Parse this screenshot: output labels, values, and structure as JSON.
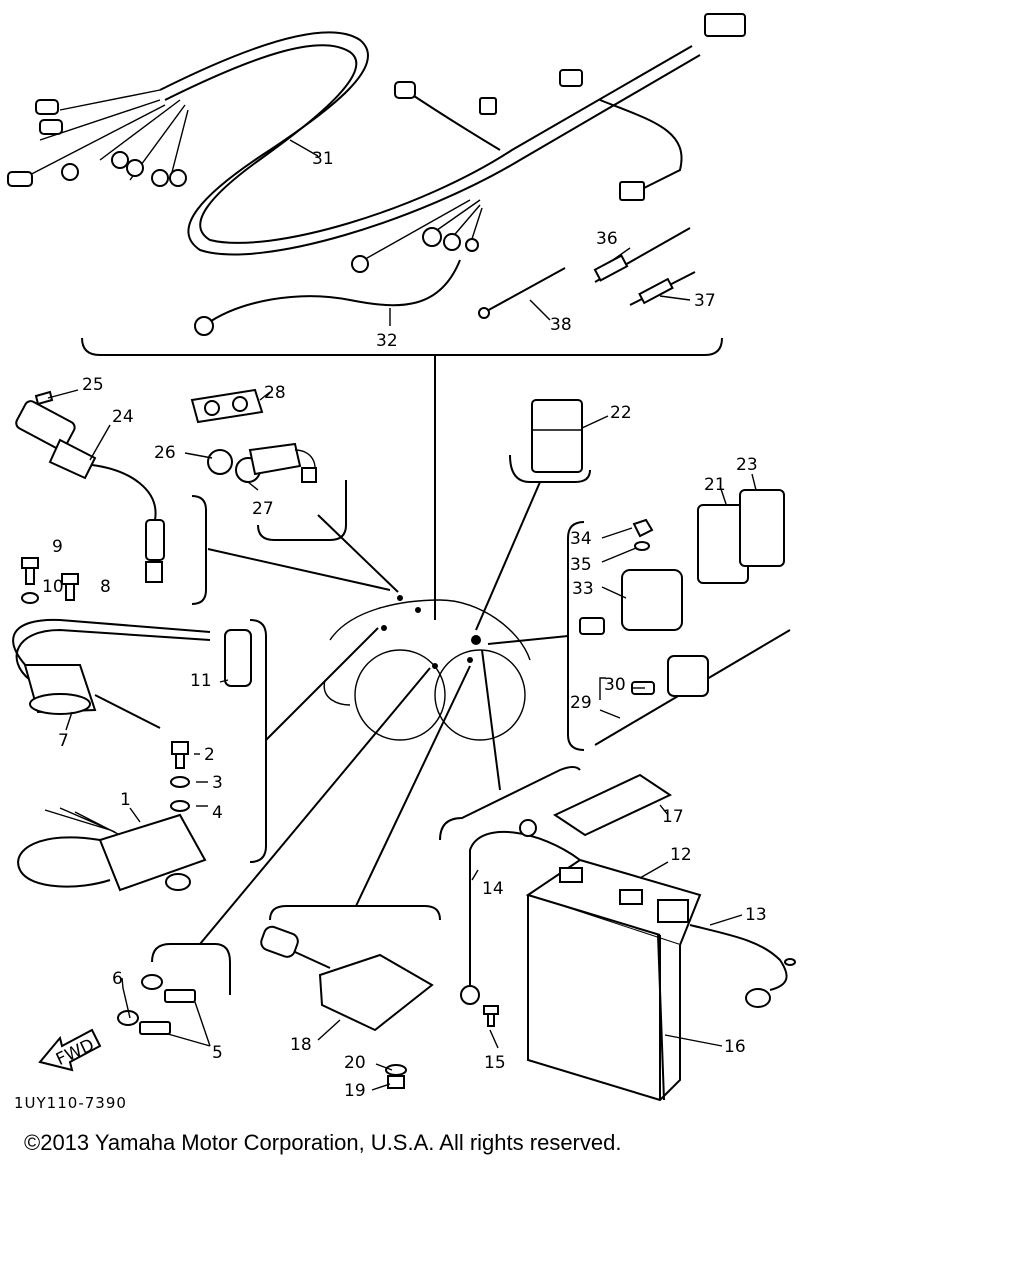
{
  "callouts": {
    "c1": "1",
    "c2": "2",
    "c3": "3",
    "c4": "4",
    "c5": "5",
    "c6": "6",
    "c7": "7",
    "c8": "8",
    "c9": "9",
    "c10": "10",
    "c11": "11",
    "c12": "12",
    "c13": "13",
    "c14": "14",
    "c15": "15",
    "c16": "16",
    "c17": "17",
    "c18": "18",
    "c19": "19",
    "c20": "20",
    "c21": "21",
    "c22": "22",
    "c23": "23",
    "c24": "24",
    "c25": "25",
    "c26": "26",
    "c27": "27",
    "c28": "28",
    "c29": "29",
    "c30": "30",
    "c31": "31",
    "c32": "32",
    "c33": "33",
    "c34": "34",
    "c35": "35",
    "c36": "36",
    "c37": "37",
    "c38": "38"
  },
  "fwd_label": "FWD",
  "drawing_code": "1UY110-7390",
  "copyright": "©2013 Yamaha Motor Corporation, U.S.A. All rights reserved."
}
